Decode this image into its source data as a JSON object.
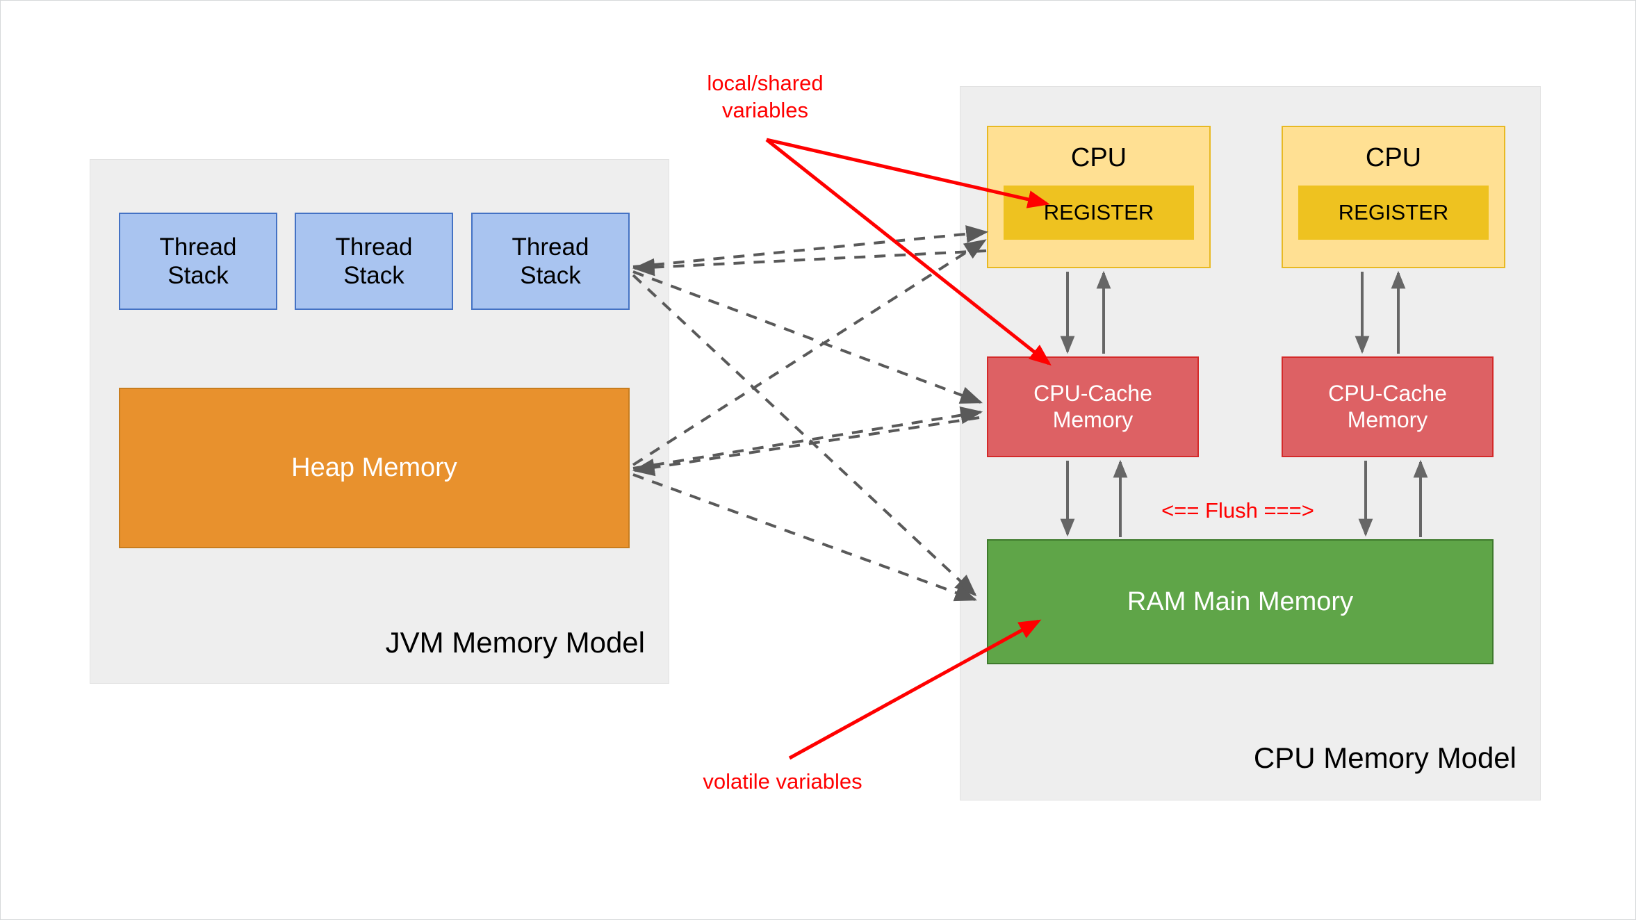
{
  "diagram": {
    "title": "JVM Memory Model and CPU Memory Model",
    "colors": {
      "canvas_bg": "#ffffff",
      "panel_bg": "#eeeeee",
      "thread_stack": "#a9c4f0",
      "thread_stack_border": "#4472c4",
      "heap": "#e8912d",
      "heap_border": "#c87d1e",
      "cpu": "#ffe093",
      "cpu_border": "#e8b923",
      "register": "#eec220",
      "cache": "#dd6164",
      "cache_border": "#d42a2a",
      "ram": "#5fa548",
      "ram_border": "#3e7a2c",
      "annotation_red": "#ff0000",
      "dashed_gray": "#595959"
    }
  },
  "jvm_panel": {
    "title": "JVM Memory Model",
    "thread_stacks": [
      {
        "label": "Thread\nStack",
        "line1": "Thread",
        "line2": "Stack"
      },
      {
        "label": "Thread\nStack",
        "line1": "Thread",
        "line2": "Stack"
      },
      {
        "label": "Thread\nStack",
        "line1": "Thread",
        "line2": "Stack"
      }
    ],
    "heap": {
      "label": "Heap Memory"
    }
  },
  "cpu_panel": {
    "title": "CPU Memory Model",
    "cpus": [
      {
        "label": "CPU",
        "register_label": "REGISTER",
        "cache_line1": "CPU-Cache",
        "cache_line2": "Memory"
      },
      {
        "label": "CPU",
        "register_label": "REGISTER",
        "cache_line1": "CPU-Cache",
        "cache_line2": "Memory"
      }
    ],
    "ram": {
      "label": "RAM Main Memory"
    }
  },
  "annotations": {
    "local_shared": {
      "line1": "local/shared",
      "line2": "variables"
    },
    "volatile": {
      "text": "volatile variables"
    },
    "flush": {
      "text": "<== Flush ===>"
    }
  },
  "connections": {
    "dashed_label": "dashed bidirectional data flow",
    "vertical_label": "read/write arrows"
  }
}
